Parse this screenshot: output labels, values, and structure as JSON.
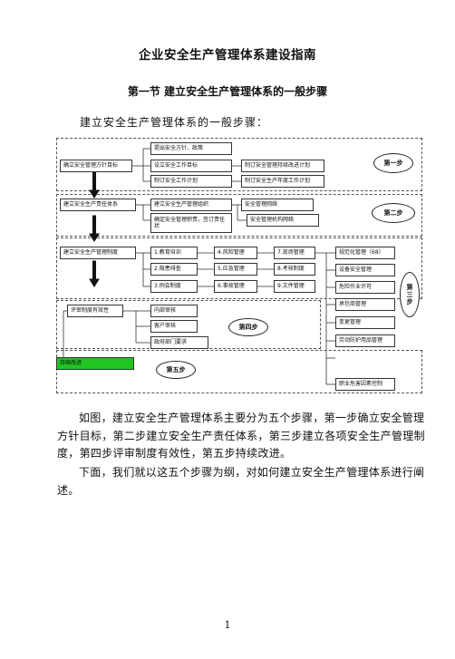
{
  "doc": {
    "title": "企业安全生产管理体系建设指南",
    "section": "第一节   建立安全生产管理体系的一般步骤",
    "intro": "建立安全生产管理体系的一般步骤：",
    "para1": "如图，建立安全生产管理体系主要分为五个步骤，第一步确立安全管理方针目标，第二步建立安全生产责任体系，第三步建立各项安全生产管理制度，第四步评审制度有效性，第五步持续改进。",
    "para2": "下面，我们就以这五个步骤为纲，对如何建立安全生产管理体系进行阐述。",
    "page_number": "1"
  },
  "diagram": {
    "steps": {
      "s1": "第一步",
      "s2": "第二步",
      "s3": "第三步",
      "s4": "第四步",
      "s5": "第五步"
    },
    "main": {
      "m1": "确立安全管理方针目标",
      "m2": "建立安全生产责任体系",
      "m3": "建立安全生产管理制度",
      "m4": "评审制度有效性",
      "m5": "持续改进"
    },
    "step1": {
      "a1": "提出安全方针、政策",
      "a2": "设立安全工作目标",
      "a3": "制订安全工作计划",
      "b1": "制订安全管理持续改进计划",
      "b2": "制订安全生产年度工作计划"
    },
    "step2": {
      "a1": "建立安全生产管理组织",
      "a2": "确定安全管理职责，签订责任状",
      "b1": "安全管理网络",
      "b2": "安全管理机构网络"
    },
    "step3": {
      "c1": [
        "1.教育培训",
        "2.隐患排查",
        "3.例会制度"
      ],
      "c2": [
        "4.风险管理",
        "5.应急管理",
        "6.事故管理"
      ],
      "c3": [
        "7.现场管理",
        "8.考核制度",
        "9.文件管理"
      ],
      "right": [
        "规范化管理（68）",
        "设备安全管理",
        "危险作业许可",
        "承包商管理",
        "变更管理",
        "劳动防护用品管理",
        "职业危害因素控制"
      ]
    },
    "step4": {
      "items": [
        "内部审核",
        "客户审核",
        "政府部门要求"
      ]
    }
  }
}
